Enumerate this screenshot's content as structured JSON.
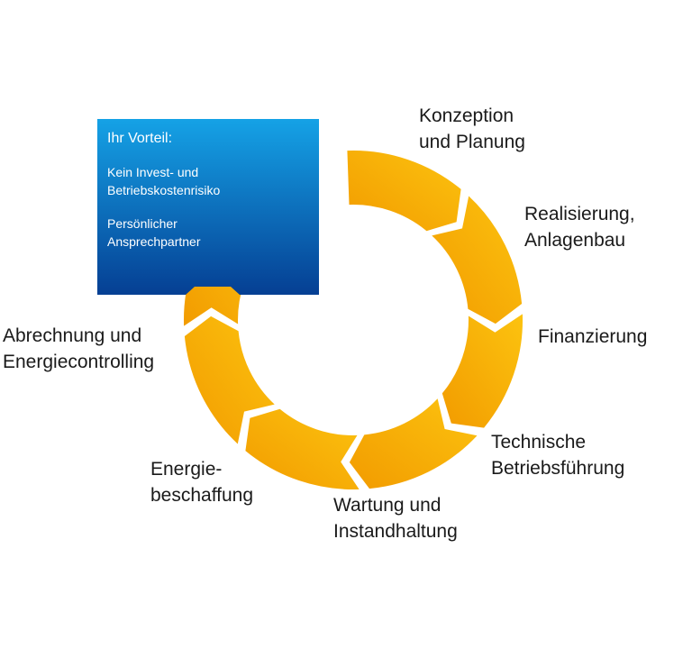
{
  "cycle": {
    "steps": [
      {
        "lines": [
          "Konzeption",
          "und Planung"
        ]
      },
      {
        "lines": [
          "Realisierung,",
          "Anlagenbau"
        ]
      },
      {
        "lines": [
          "Finanzierung"
        ]
      },
      {
        "lines": [
          "Technische",
          "Betriebsführung"
        ]
      },
      {
        "lines": [
          "Wartung und",
          "Instandhaltung"
        ]
      },
      {
        "lines": [
          "Energie-",
          "beschaffung"
        ]
      },
      {
        "lines": [
          "Abrechnung und",
          "Energiecontrolling"
        ]
      }
    ],
    "colors": {
      "arrow_light": "#fcc30f",
      "arrow_dark": "#f29b00"
    }
  },
  "info_box": {
    "title": "Ihr Vorteil:",
    "items": [
      {
        "lines": [
          "Kein Invest- und",
          "Betriebskostenrisiko"
        ]
      },
      {
        "lines": [
          "Persönlicher",
          "Ansprechpartner"
        ]
      }
    ],
    "colors": {
      "top": "#15a2e6",
      "bottom": "#053f93"
    }
  }
}
